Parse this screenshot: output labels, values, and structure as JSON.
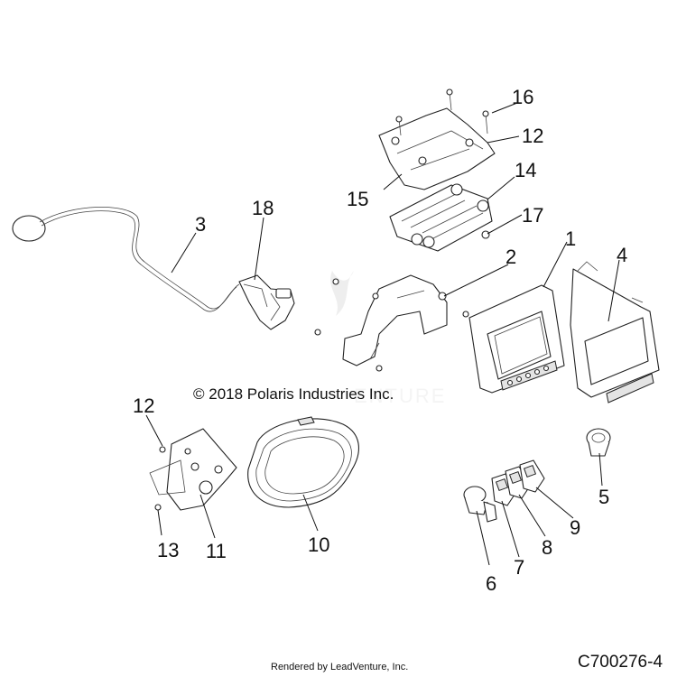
{
  "diagram": {
    "copyright": "© 2018 Polaris Industries Inc.",
    "rendered_by": "Rendered by LeadVenture, Inc.",
    "drawing_number": "C700276-4",
    "callouts": [
      "1",
      "2",
      "3",
      "4",
      "5",
      "6",
      "7",
      "8",
      "9",
      "10",
      "11",
      "12",
      "12",
      "13",
      "14",
      "15",
      "16",
      "17",
      "18"
    ]
  },
  "colors": {
    "line": "#222222",
    "text": "#111111",
    "watermark": "#e8e8e8"
  }
}
